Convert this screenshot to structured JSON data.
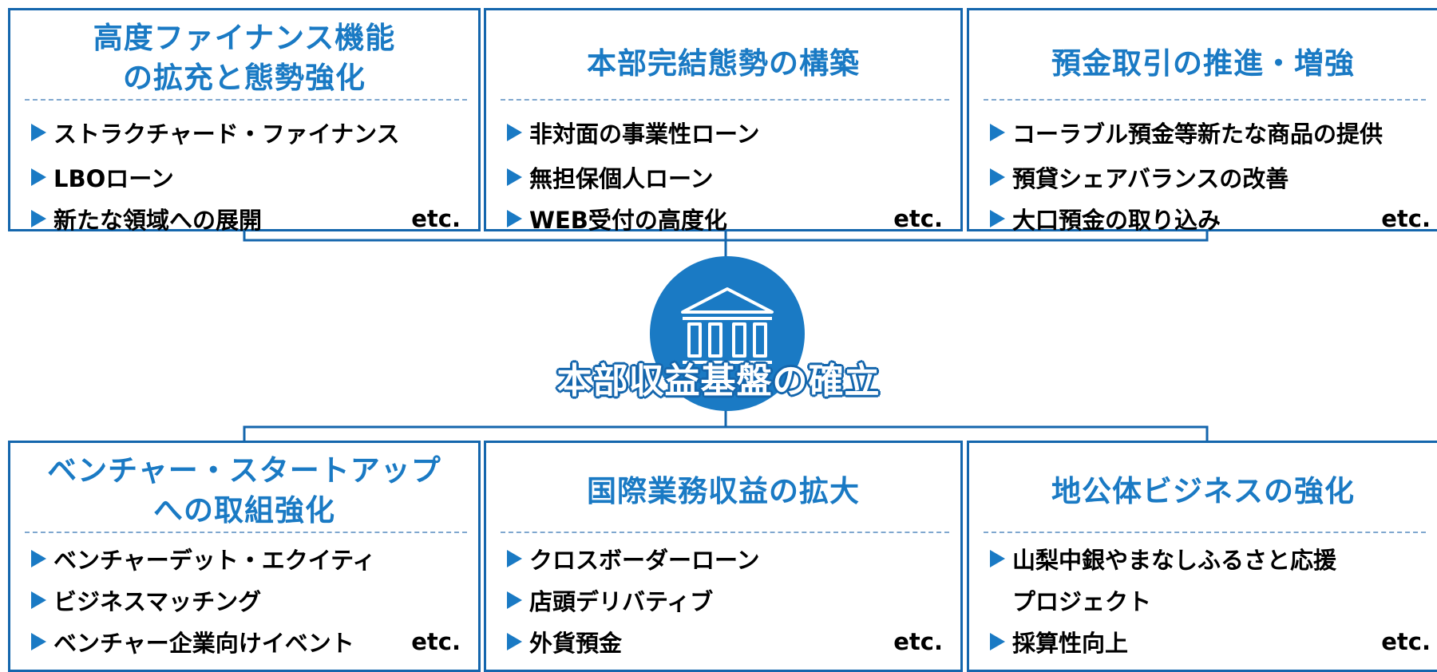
{
  "center": {
    "title": "本部収益基盤の確立",
    "icon": "bank-icon",
    "color": "#1a7ac4"
  },
  "panels": [
    {
      "title_lines": [
        "高度ファイナンス機能",
        "の拡充と態勢強化"
      ],
      "items": [
        {
          "text": "ストラクチャード・ファイナンス",
          "etc": ""
        },
        {
          "text": "LBOローン",
          "etc": ""
        },
        {
          "text": "新たな領域への展開",
          "etc": "etc."
        }
      ]
    },
    {
      "title_lines": [
        "本部完結態勢の構築"
      ],
      "items": [
        {
          "text": "非対面の事業性ローン",
          "etc": ""
        },
        {
          "text": "無担保個人ローン",
          "etc": ""
        },
        {
          "text": "WEB受付の高度化",
          "etc": "etc."
        }
      ]
    },
    {
      "title_lines": [
        "預金取引の推進・増強"
      ],
      "items": [
        {
          "text": "コーラブル預金等新たな商品の提供",
          "etc": ""
        },
        {
          "text": "預貸シェアバランスの改善",
          "etc": ""
        },
        {
          "text": "大口預金の取り込み",
          "etc": "etc."
        }
      ]
    },
    {
      "title_lines": [
        "ベンチャー・スタートアップ",
        "への取組強化"
      ],
      "items": [
        {
          "text": "ベンチャーデット・エクイティ",
          "etc": ""
        },
        {
          "text": "ビジネスマッチング",
          "etc": ""
        },
        {
          "text": "ベンチャー企業向けイベント",
          "etc": "etc."
        }
      ]
    },
    {
      "title_lines": [
        "国際業務収益の拡大"
      ],
      "items": [
        {
          "text": "クロスボーダーローン",
          "etc": ""
        },
        {
          "text": "店頭デリバティブ",
          "etc": ""
        },
        {
          "text": "外貨預金",
          "etc": "etc."
        }
      ]
    },
    {
      "title_lines": [
        "地公体ビジネスの強化"
      ],
      "items": [
        {
          "text": "山梨中銀やまなしふるさと応援",
          "etc": ""
        },
        {
          "text": "プロジェクト",
          "etc": "",
          "continuation": true
        },
        {
          "text": "採算性向上",
          "etc": "etc."
        }
      ]
    }
  ],
  "colors": {
    "border": "#1466ad",
    "accent": "#1a7ac4",
    "divider": "#7fa7cf"
  }
}
